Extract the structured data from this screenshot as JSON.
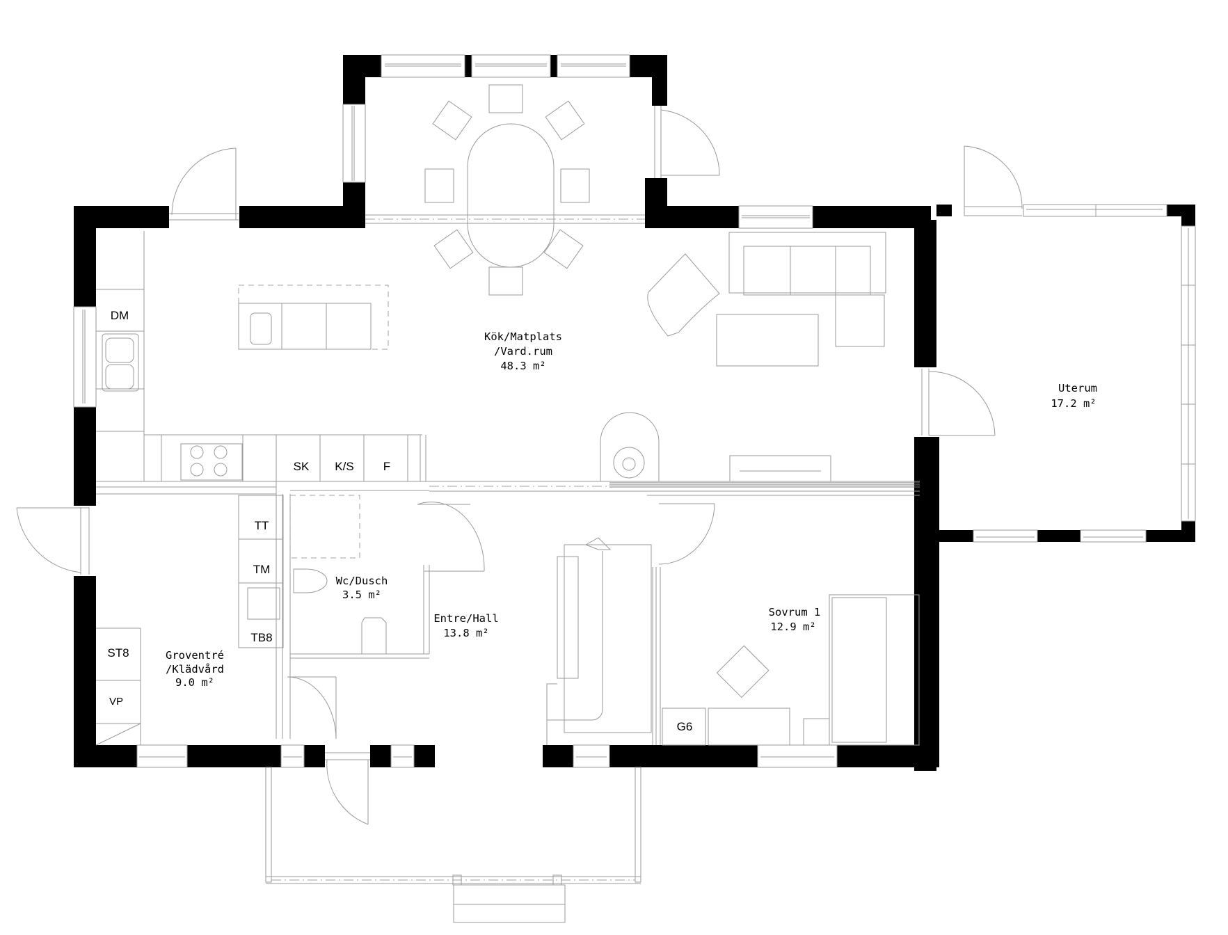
{
  "plan": {
    "rooms": [
      {
        "id": "kok",
        "name_lines": [
          "Kök/Matplats",
          "/Vard.rum"
        ],
        "area": "48.3 m²"
      },
      {
        "id": "uterum",
        "name_lines": [
          "Uterum"
        ],
        "area": "17.2 m²"
      },
      {
        "id": "wc",
        "name_lines": [
          "Wc/Dusch"
        ],
        "area": "3.5 m²"
      },
      {
        "id": "entre",
        "name_lines": [
          "Entre/Hall"
        ],
        "area": "13.8 m²"
      },
      {
        "id": "groventre",
        "name_lines": [
          "Groventré",
          "/Klädvård"
        ],
        "area": "9.0 m²"
      },
      {
        "id": "sovrum1",
        "name_lines": [
          "Sovrum 1"
        ],
        "area": "12.9 m²"
      }
    ],
    "fixtures": {
      "dm": "DM",
      "sk": "SK",
      "ks": "K/S",
      "f": "F",
      "tt": "TT",
      "tm": "TM",
      "tb8": "TB8",
      "st8": "ST8",
      "vp": "VP",
      "g6": "G6"
    },
    "colors": {
      "wall": "#000000",
      "line": "#9a9a9a",
      "background": "#ffffff"
    }
  }
}
